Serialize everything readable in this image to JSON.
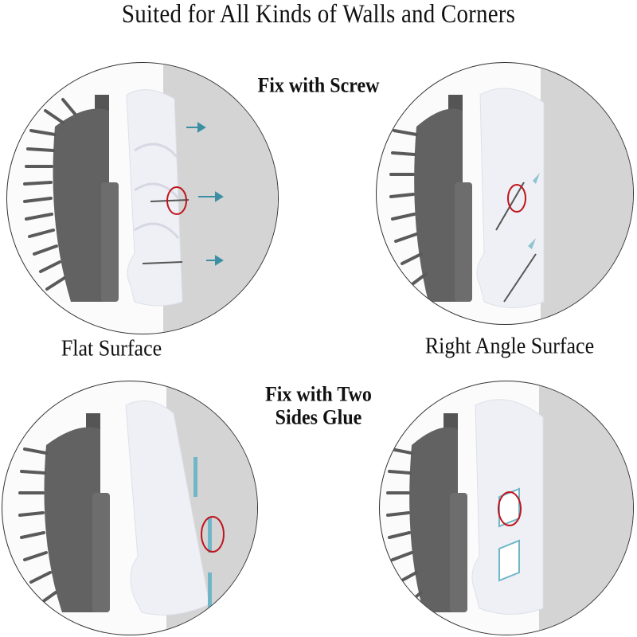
{
  "title": "Suited for All Kinds of Walls and Corners",
  "sections": [
    {
      "heading": "Fix with Screw",
      "panels": [
        {
          "caption": "Flat Surface",
          "mount": "screw",
          "surface": "flat"
        },
        {
          "caption": "Right Angle Surface",
          "mount": "screw",
          "surface": "corner"
        }
      ]
    },
    {
      "heading_line1": "Fix with Two",
      "heading_line2": "Sides Glue",
      "panels": [
        {
          "mount": "glue",
          "surface": "flat"
        },
        {
          "mount": "glue",
          "surface": "corner"
        }
      ]
    }
  ],
  "colors": {
    "brush": "#5e5e5e",
    "holder": "#eef0f5",
    "wall": "#d4d4d4",
    "highlight_circle": "#c0141c",
    "arrow": "#3c8fa3",
    "glue_strip": "#6fb6c7"
  },
  "icons": {
    "brush": "cat-self-groomer-brush",
    "holder": "wall-corner-holder",
    "screw": "screw-icon",
    "arrow": "arrow-right-icon",
    "highlight": "red-ellipse-highlight"
  }
}
